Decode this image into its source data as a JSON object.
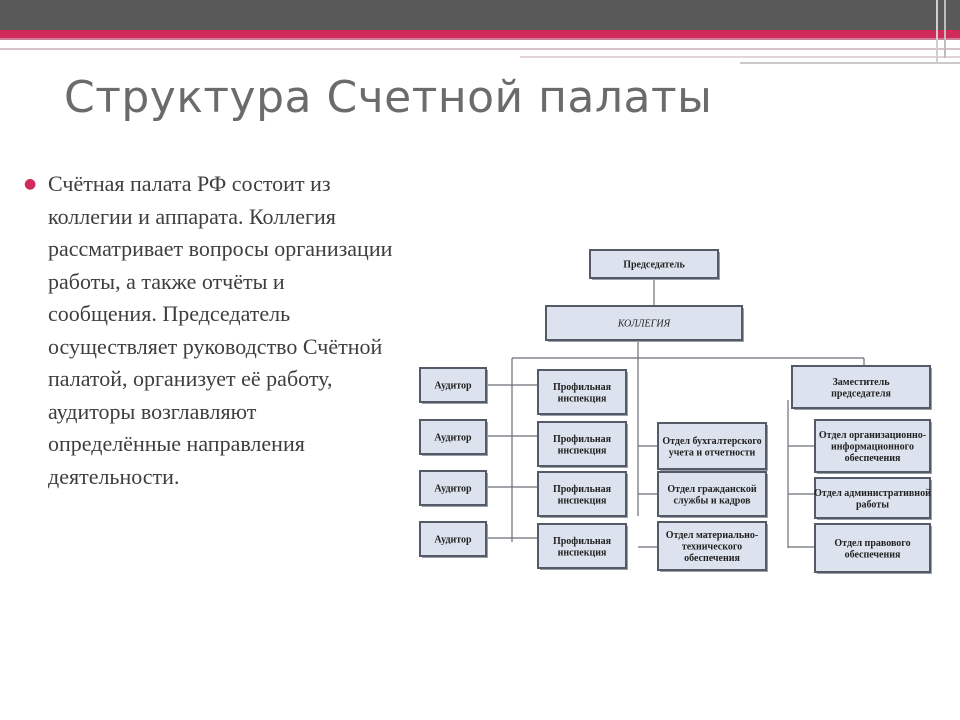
{
  "slide": {
    "title": "Структура Счетной палаты",
    "bullet": "Счётная палата РФ состоит из коллегии и аппарата. Коллегия рассматривает вопросы организации работы, а также отчёты и сообщения. Председатель осуществляет руководство Счётной палатой, организует её работу, аудиторы возглавляют определённые направления деятельности."
  },
  "colors": {
    "accent": "#d02a5a",
    "topbar": "#595959",
    "node_fill": "#dde3ee",
    "node_border": "#555b66"
  },
  "diagram": {
    "chairman": [
      "Председатель"
    ],
    "board": [
      "КОЛЛЕГИЯ"
    ],
    "auditors": [
      [
        "Аудитор"
      ],
      [
        "Аудитор"
      ],
      [
        "Аудитор"
      ],
      [
        "Аудитор"
      ]
    ],
    "inspections": [
      [
        "Профильная",
        "инспекция"
      ],
      [
        "Профильная",
        "инспекция"
      ],
      [
        "Профильная",
        "инспекция"
      ],
      [
        "Профильная",
        "инспекция"
      ]
    ],
    "center_depts": [
      [
        "Отдел бухгалтерского",
        "учета и отчетности"
      ],
      [
        "Отдел гражданской",
        "службы и кадров"
      ],
      [
        "Отдел материально-",
        "технического",
        "обеспечения"
      ]
    ],
    "deputy": [
      "Заместитель",
      "председателя"
    ],
    "right_depts": [
      [
        "Отдел организационно-",
        "информационного",
        "обеспечения"
      ],
      [
        "Отдел административной",
        "работы"
      ],
      [
        "Отдел правового",
        "обеспечения"
      ]
    ]
  }
}
